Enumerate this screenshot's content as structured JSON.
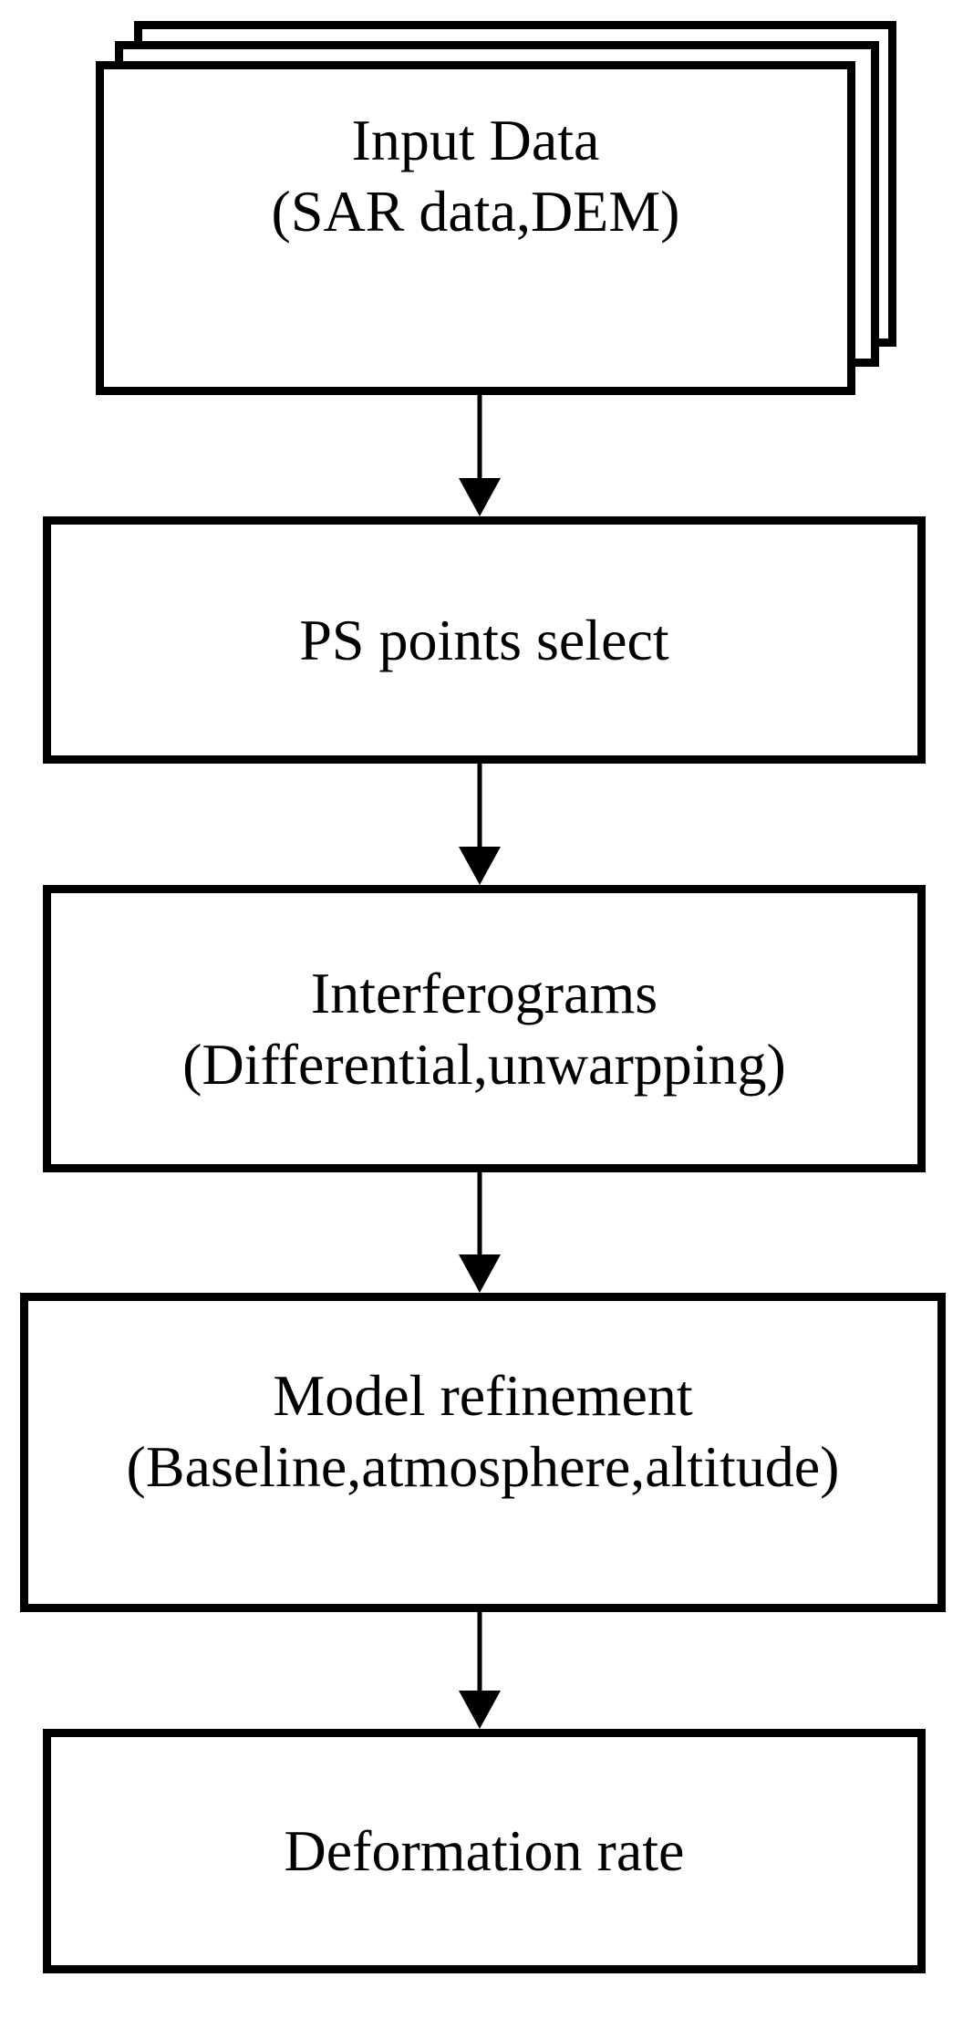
{
  "flowchart": {
    "nodes": [
      {
        "id": "input-data",
        "line1": "Input Data",
        "line2": "(SAR data,DEM)"
      },
      {
        "id": "ps-points-select",
        "line1": "PS points select",
        "line2": ""
      },
      {
        "id": "interferograms",
        "line1": "Interferograms",
        "line2": "(Differential,unwarpping)"
      },
      {
        "id": "model-refinement",
        "line1": "Model refinement",
        "line2": "(Baseline,atmosphere,altitude)"
      },
      {
        "id": "deformation-rate",
        "line1": "Deformation rate",
        "line2": ""
      }
    ],
    "colors": {
      "background": "#ffffff",
      "border": "#000000",
      "text": "#000000",
      "arrow": "#000000"
    }
  }
}
